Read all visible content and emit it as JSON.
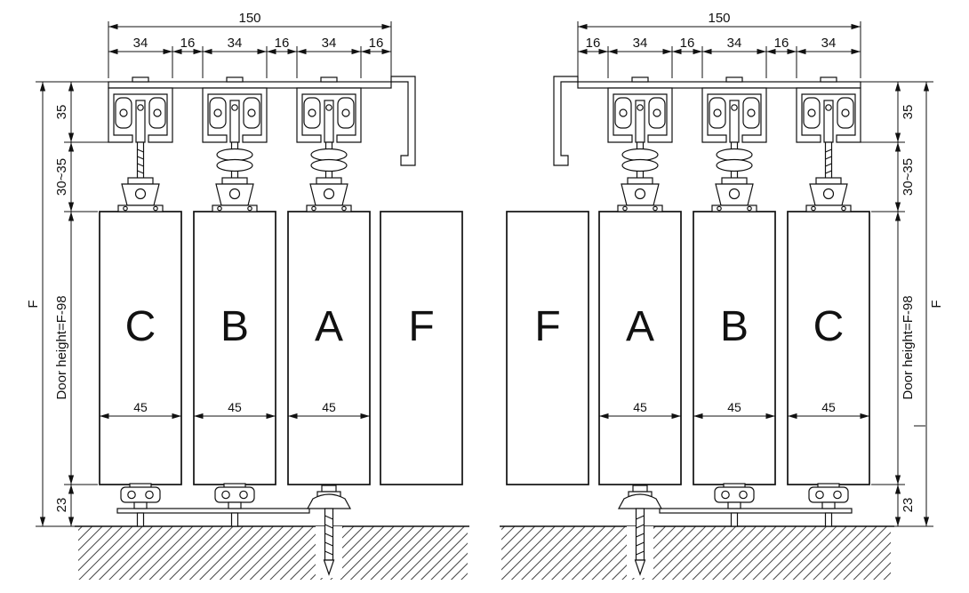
{
  "colors": {
    "line": "#111111",
    "background": "#ffffff",
    "hatch": "#444444"
  },
  "left_view": {
    "top_total": "150",
    "top_segments": [
      "34",
      "16",
      "34",
      "16",
      "34",
      "16"
    ],
    "panels": [
      "C",
      "B",
      "A",
      "F"
    ],
    "panel_width": "45",
    "dims": {
      "track_height": "35",
      "hanger_range": "30~35",
      "door_height": "Door height=F-98",
      "bottom_gap": "23",
      "total_height": "F"
    }
  },
  "right_view": {
    "top_total": "150",
    "top_segments": [
      "16",
      "34",
      "16",
      "34",
      "16",
      "34"
    ],
    "panels": [
      "F",
      "A",
      "B",
      "C"
    ],
    "panel_width": "45",
    "dims": {
      "track_height": "35",
      "hanger_range": "30~35",
      "door_height": "Door height=F-98",
      "bottom_gap": "23",
      "total_height": "F"
    }
  }
}
